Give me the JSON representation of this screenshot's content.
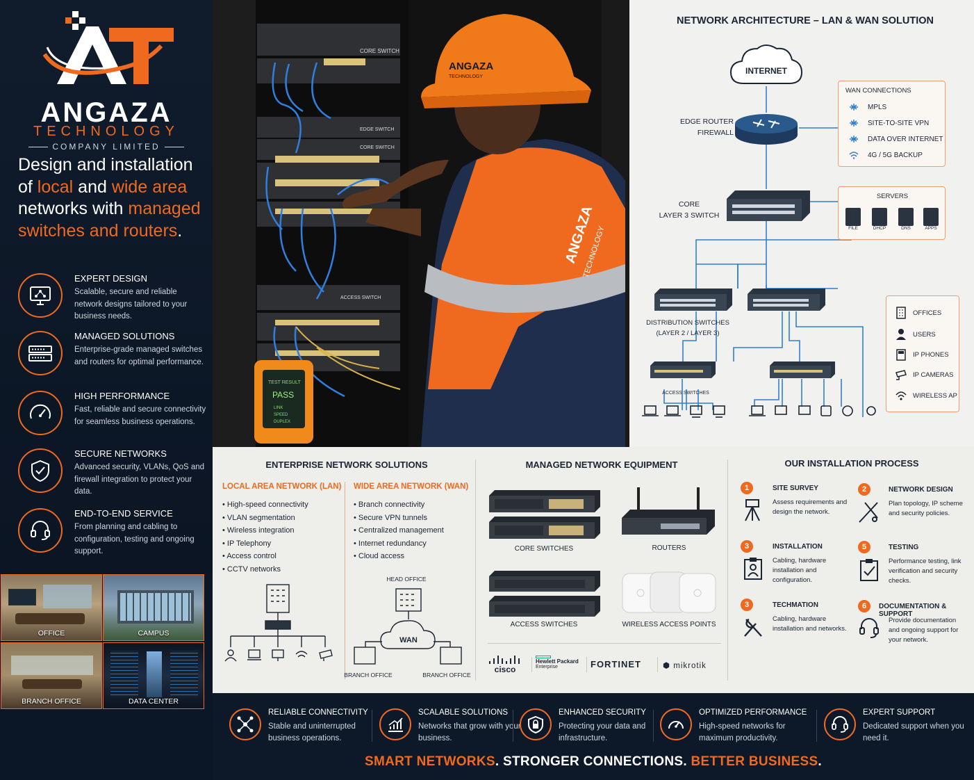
{
  "brand": {
    "name": "ANGAZA",
    "technology": "TECHNOLOGY",
    "company": "COMPANY LIMITED",
    "mark_letters": "AT",
    "colors": {
      "orange": "#ef6a1f",
      "navy": "#0d1828",
      "cream": "#eeeeea"
    }
  },
  "headline": {
    "p1": "Design and installation of ",
    "p2": "local",
    "p3": " and ",
    "p4": "wide area",
    "p5": " networks with ",
    "p6": "managed switches and routers",
    "p7": "."
  },
  "features": [
    {
      "title": "EXPERT DESIGN",
      "desc": "Scalable, secure and reliable network designs tailored to your business needs.",
      "icon": "monitor-network-icon"
    },
    {
      "title": "MANAGED SOLUTIONS",
      "desc": "Enterprise-grade managed switches and routers for optimal performance.",
      "icon": "switch-stack-icon"
    },
    {
      "title": "HIGH PERFORMANCE",
      "desc": "Fast, reliable and secure connectivity for seamless business operations.",
      "icon": "speedometer-icon"
    },
    {
      "title": "SECURE NETWORKS",
      "desc": "Advanced security, VLANs, QoS and firewall integration to protect your data.",
      "icon": "shield-check-icon"
    },
    {
      "title": "END-TO-END SERVICE",
      "desc": "From planning and cabling to configuration, testing and ongoing support.",
      "icon": "headset-icon"
    }
  ],
  "photos": [
    "OFFICE",
    "CAMPUS",
    "BRANCH OFFICE",
    "DATA CENTER"
  ],
  "hero": {
    "rack_labels": [
      "CORE SWITCH",
      "EDGE SWITCH",
      "CORE SWITCH",
      "ACCESS SWITCH"
    ],
    "helmet_brand": "ANGAZA",
    "helmet_sub": "TECHNOLOGY",
    "shirt_brand": "ANGAZA",
    "shirt_sub": "TECHNOLOGY",
    "tester": {
      "l1": "TEST RESULT",
      "l2": "PASS",
      "l3": "LINK",
      "l4": "SPEED",
      "l5": "DUPLEX"
    }
  },
  "diagram": {
    "title": "NETWORK ARCHITECTURE – LAN & WAN SOLUTION",
    "internet": "INTERNET",
    "edge": "EDGE ROUTER\nFIREWALL",
    "core": "CORE\nLAYER 3 SWITCH",
    "distribution": "DISTRIBUTION SWITCHES\n(LAYER 2 / LAYER 3)",
    "access_label": "ACCESS SWITCHES",
    "wan_title": "WAN CONNECTIONS",
    "wan_items": [
      "MPLS",
      "SITE-TO-SITE VPN",
      "DATA OVER INTERNET",
      "4G / 5G BACKUP"
    ],
    "servers_title": "SERVERS",
    "servers": [
      "FILE",
      "DHCP",
      "DNS",
      "APPS"
    ],
    "endpoints": [
      "OFFICES",
      "USERS",
      "IP PHONES",
      "IP CAMERAS",
      "WIRELESS AP"
    ]
  },
  "enterprise": {
    "title": "ENTERPRISE NETWORK SOLUTIONS",
    "lan_title": "LOCAL AREA NETWORK (LAN)",
    "lan_items": [
      "High-speed connectivity",
      "VLAN segmentation",
      "Wireless integration",
      "IP Telephony",
      "Access control",
      "CCTV networks"
    ],
    "wan_title": "WIDE AREA NETWORK (WAN)",
    "wan_items": [
      "Branch connectivity",
      "Secure VPN tunnels",
      "Centralized management",
      "Internet redundancy",
      "Cloud access"
    ],
    "head_office": "HEAD OFFICE",
    "wan_cloud": "WAN",
    "branch_left": "BRANCH OFFICE",
    "branch_right": "BRANCH OFFICE"
  },
  "equipment": {
    "title": "MANAGED NETWORK EQUIPMENT",
    "items": [
      "CORE SWITCHES",
      "ROUTERS",
      "ACCESS SWITCHES",
      "WIRELESS ACCESS POINTS"
    ],
    "brands": [
      "cisco",
      "Hewlett Packard",
      "Enterprise",
      "FORTINET",
      "mikrotik"
    ]
  },
  "process": {
    "title": "OUR INSTALLATION PROCESS",
    "steps": [
      {
        "n": "1",
        "title": "SITE SURVEY",
        "desc": "Assess requirements and design the network.",
        "icon": "tripod-camera-icon"
      },
      {
        "n": "2",
        "title": "NETWORK DESIGN",
        "desc": "Plan topology, IP scheme and security policies.",
        "icon": "design-tools-icon"
      },
      {
        "n": "3",
        "title": "INSTALLATION",
        "desc": "Cabling, hardware installation and configuration.",
        "icon": "clipboard-person-icon"
      },
      {
        "n": "5",
        "title": "TESTING",
        "desc": "Performance testing, link verification and security checks.",
        "icon": "clipboard-check-icon"
      },
      {
        "n": "3",
        "title": "TECHMATION",
        "desc": "Cabling, hardware installation and networks.",
        "icon": "wrench-screwdriver-icon"
      },
      {
        "n": "6",
        "title": "DOCUMENTATION & SUPPORT",
        "desc": "Provide documentation and ongoing support for your network.",
        "icon": "headset-icon"
      }
    ]
  },
  "footer": {
    "benefits": [
      {
        "title": "RELIABLE CONNECTIVITY",
        "desc": "Stable and uninterrupted business operations.",
        "icon": "network-nodes-icon"
      },
      {
        "title": "SCALABLE SOLUTIONS",
        "desc": "Networks that grow with your business.",
        "icon": "growth-chart-icon"
      },
      {
        "title": "ENHANCED SECURITY",
        "desc": "Protecting your data and infrastructure.",
        "icon": "shield-lock-icon"
      },
      {
        "title": "OPTIMIZED PERFORMANCE",
        "desc": "High-speed networks for maximum productivity.",
        "icon": "speedometer-icon"
      },
      {
        "title": "EXPERT SUPPORT",
        "desc": "Dedicated support when you need it.",
        "icon": "headset-icon"
      }
    ],
    "tagline": {
      "a": "SMART NETWORKS",
      "b": ". STRONGER CONNECTIONS. ",
      "c": "BETTER BUSINESS",
      "d": "."
    }
  }
}
